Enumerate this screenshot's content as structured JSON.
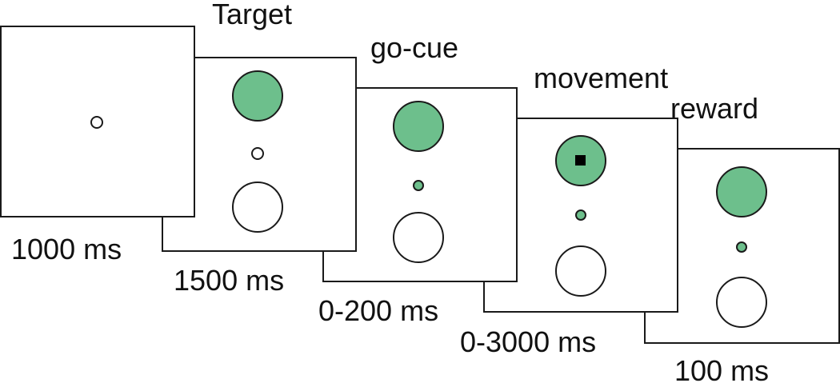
{
  "colors": {
    "target_fill": "#6dbf8c",
    "outline": "#1a1a1a",
    "cursor": "#000000",
    "background": "#ffffff"
  },
  "stages": [
    {
      "phase": "",
      "duration": "1000 ms",
      "shapes": [
        {
          "kind": "fixation-ring",
          "fill": "white"
        }
      ]
    },
    {
      "phase": "Target",
      "duration": "1500 ms",
      "shapes": [
        {
          "kind": "target",
          "fill": "green"
        },
        {
          "kind": "fixation-ring",
          "fill": "white"
        },
        {
          "kind": "alternative-target",
          "fill": "white"
        }
      ]
    },
    {
      "phase": "go-cue",
      "duration": "0-200 ms",
      "shapes": [
        {
          "kind": "target",
          "fill": "green"
        },
        {
          "kind": "fixation-dot",
          "fill": "green"
        },
        {
          "kind": "alternative-target",
          "fill": "white"
        }
      ]
    },
    {
      "phase": "movement",
      "duration": "0-3000 ms",
      "shapes": [
        {
          "kind": "target-with-cursor",
          "fill": "green"
        },
        {
          "kind": "fixation-dot",
          "fill": "green"
        },
        {
          "kind": "alternative-target",
          "fill": "white"
        }
      ]
    },
    {
      "phase": "reward",
      "duration": "100 ms",
      "shapes": [
        {
          "kind": "target",
          "fill": "green"
        },
        {
          "kind": "fixation-dot",
          "fill": "green"
        },
        {
          "kind": "alternative-target",
          "fill": "white"
        }
      ]
    }
  ]
}
